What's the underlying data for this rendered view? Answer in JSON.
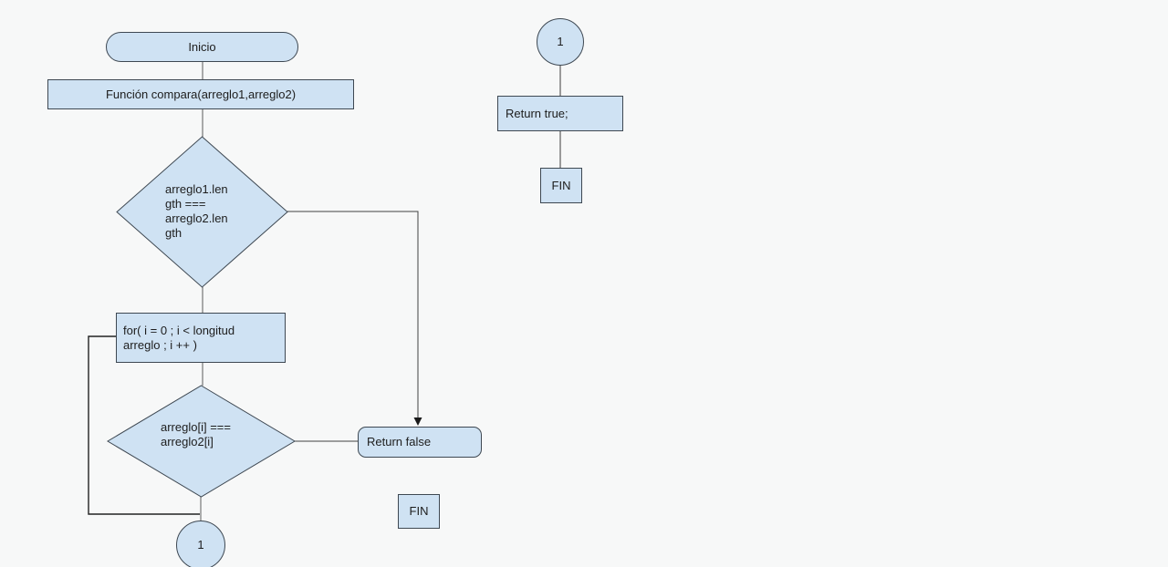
{
  "colors": {
    "background": "#f7f8f8",
    "shape_fill": "#cfe2f3",
    "shape_border": "#3e4852",
    "connector": "#5a5a5a",
    "loop_connector": "#222222"
  },
  "flowchart": {
    "start_label": "Inicio",
    "function_box": "Función compara(arreglo1,arreglo2)",
    "length_condition": "arreglo1.len\ngth ===\narreglo2.len\ngth",
    "for_loop_box": "for( i = 0 ; i < longitud\narreglo ; i ++ )",
    "element_condition": "arreglo[i] ===\narreglo2[i]",
    "return_false_box": "Return false",
    "end_left": "FIN",
    "offpage_ref_bottom": "1",
    "offpage_ref_top": "1",
    "return_true_box": "Return true;",
    "end_right": "FIN"
  }
}
